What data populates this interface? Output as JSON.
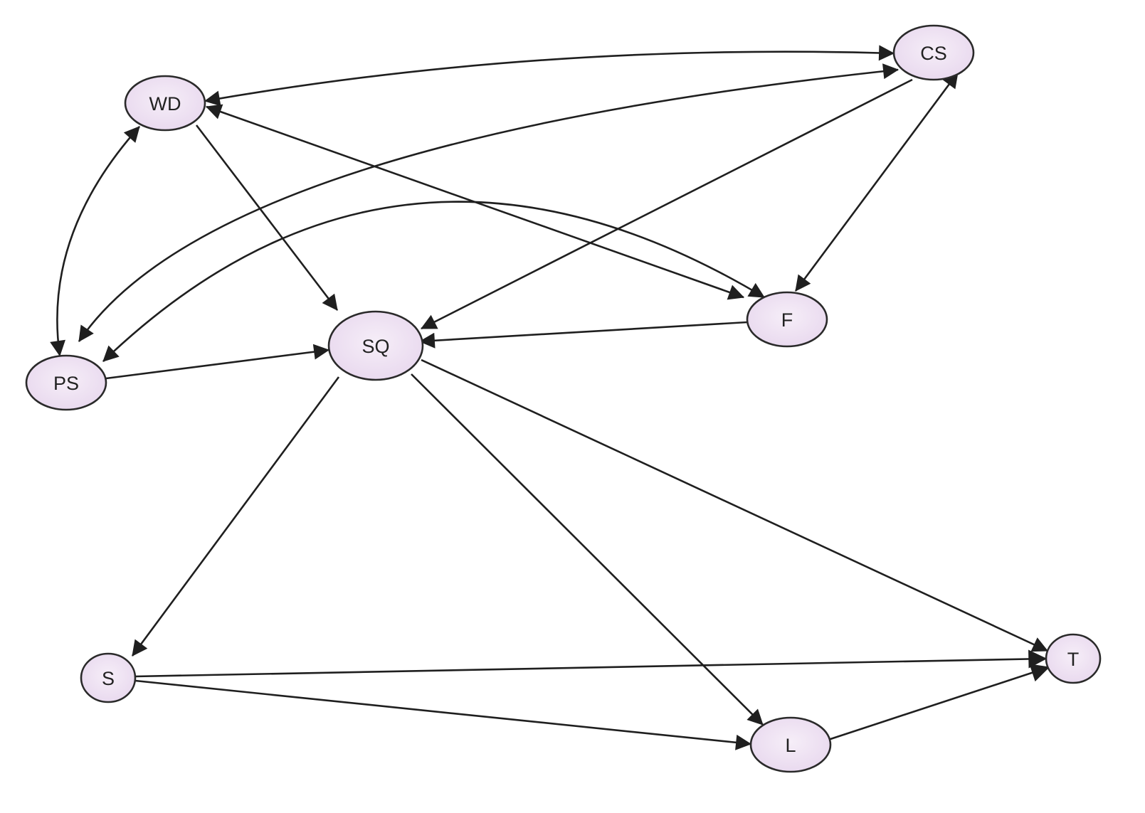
{
  "diagram": {
    "node_fill": "#ece0f0",
    "node_stroke": "#2a2a2a",
    "edge_color": "#1f1f1f",
    "nodes": [
      {
        "id": "WD",
        "label": "WD"
      },
      {
        "id": "CS",
        "label": "CS"
      },
      {
        "id": "PS",
        "label": "PS"
      },
      {
        "id": "SQ",
        "label": "SQ"
      },
      {
        "id": "F",
        "label": "F"
      },
      {
        "id": "S",
        "label": "S"
      },
      {
        "id": "T",
        "label": "T"
      },
      {
        "id": "L",
        "label": "L"
      }
    ],
    "edges": [
      {
        "from": "WD",
        "to": "CS",
        "bidirectional": true
      },
      {
        "from": "PS",
        "to": "CS",
        "bidirectional": true
      },
      {
        "from": "WD",
        "to": "PS",
        "bidirectional": true
      },
      {
        "from": "PS",
        "to": "F",
        "bidirectional": true
      },
      {
        "from": "WD",
        "to": "F",
        "bidirectional": true
      },
      {
        "from": "CS",
        "to": "F",
        "bidirectional": true
      },
      {
        "from": "WD",
        "to": "SQ",
        "bidirectional": false
      },
      {
        "from": "CS",
        "to": "SQ",
        "bidirectional": false
      },
      {
        "from": "F",
        "to": "SQ",
        "bidirectional": false
      },
      {
        "from": "PS",
        "to": "SQ",
        "bidirectional": false
      },
      {
        "from": "SQ",
        "to": "S",
        "bidirectional": false
      },
      {
        "from": "SQ",
        "to": "L",
        "bidirectional": false
      },
      {
        "from": "SQ",
        "to": "T",
        "bidirectional": false
      },
      {
        "from": "S",
        "to": "T",
        "bidirectional": false
      },
      {
        "from": "S",
        "to": "L",
        "bidirectional": false
      },
      {
        "from": "L",
        "to": "T",
        "bidirectional": false
      }
    ]
  }
}
